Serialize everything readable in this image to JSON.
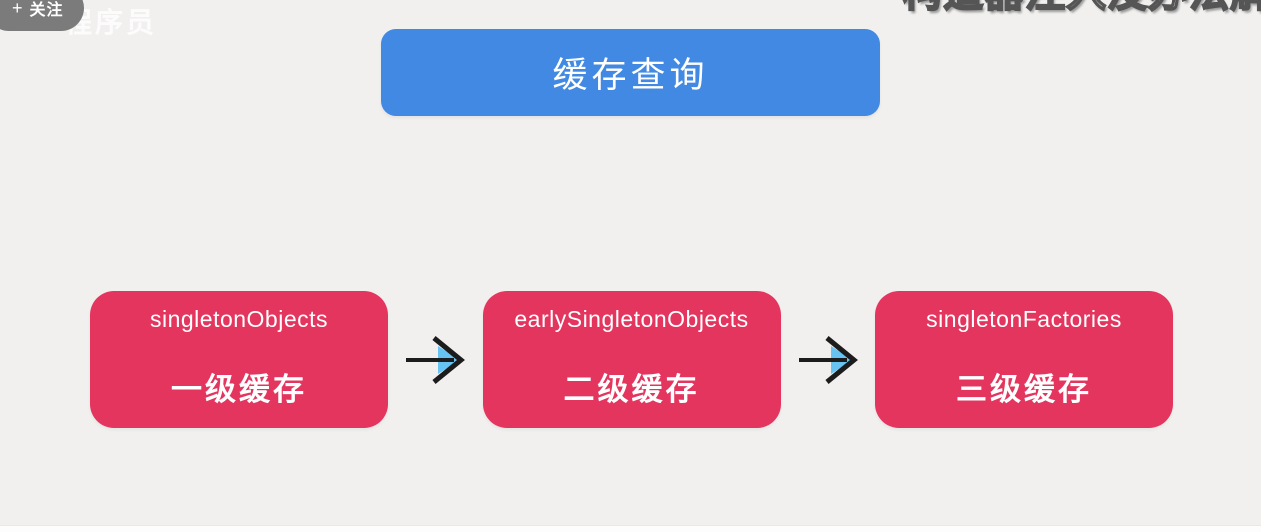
{
  "colors": {
    "bg": "#f1f0ee",
    "blue": "#4189e2",
    "pink": "#e4355e",
    "follow-gray": "#7b7b7b",
    "arrow-black": "#1c1c1c",
    "arrow-accent": "#67c3f2",
    "strip": "#fdfdfd"
  },
  "overlay": {
    "follow_button": {
      "plus": "+",
      "label": "关注"
    },
    "watermark_left": "程序员",
    "watermark_right": "构造器注入没办法解"
  },
  "title_box": {
    "label": "缓存查询"
  },
  "diagram": {
    "nodes": [
      {
        "code": "singletonObjects",
        "label": "一级缓存"
      },
      {
        "code": "earlySingletonObjects",
        "label": "二级缓存"
      },
      {
        "code": "singletonFactories",
        "label": "三级缓存"
      }
    ]
  }
}
